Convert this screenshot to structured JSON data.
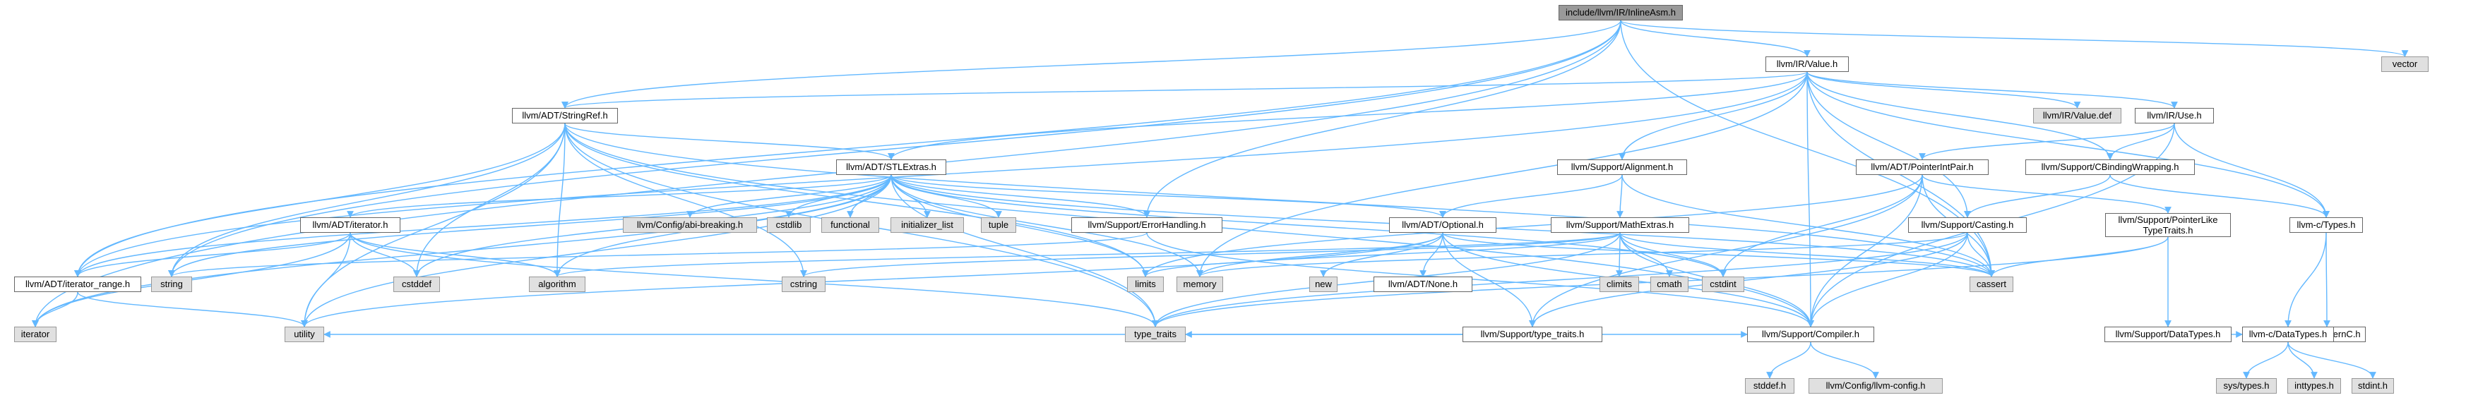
{
  "root": "include/llvm/IR/InlineAsm.h",
  "nodes": {
    "inlineasm": "include/llvm/IR/InlineAsm.h",
    "vector": "vector",
    "value": "llvm/IR/Value.h",
    "stringref": "llvm/ADT/StringRef.h",
    "valuedef": "llvm/IR/Value.def",
    "use": "llvm/IR/Use.h",
    "stlextras": "llvm/ADT/STLExtras.h",
    "alignment": "llvm/Support/Alignment.h",
    "pointerintpair": "llvm/ADT/PointerIntPair.h",
    "cbinding": "llvm/Support/CBindingWrapping.h",
    "iteratorh": "llvm/ADT/iterator.h",
    "abibreaking": "llvm/Config/abi-breaking.h",
    "cstdlib": "cstdlib",
    "functional": "functional",
    "initlist": "initializer_list",
    "tuple": "tuple",
    "errorhandling": "llvm/Support/ErrorHandling.h",
    "optional": "llvm/ADT/Optional.h",
    "mathextras": "llvm/Support/MathExtras.h",
    "casting": "llvm/Support/Casting.h",
    "pointerlike_l1": "llvm/Support/PointerLike",
    "pointerlike_l2": "TypeTraits.h",
    "ctypes": "llvm-c/Types.h",
    "iterrange": "llvm/ADT/iterator_range.h",
    "string": "string",
    "cstddef": "cstddef",
    "algorithm": "algorithm",
    "cstring": "cstring",
    "limits": "limits",
    "memory": "memory",
    "new": "new",
    "none": "llvm/ADT/None.h",
    "climits": "climits",
    "cmath": "cmath",
    "cstdint": "cstdint",
    "cassert": "cassert",
    "typetraitsllvm": "llvm/Support/type_traits.h",
    "datatypes": "llvm/Support/DataTypes.h",
    "externc": "llvm-c/ExternC.h",
    "iteratorstd": "iterator",
    "utility": "utility",
    "typetraits": "type_traits",
    "compiler": "llvm/Support/Compiler.h",
    "cdatatypes": "llvm-c/DataTypes.h",
    "stddef": "stddef.h",
    "llvmconfig": "llvm/Config/llvm-config.h",
    "systypes": "sys/types.h",
    "inttypes": "inttypes.h",
    "stdint": "stdint.h"
  },
  "edges": [
    [
      "inlineasm",
      "vector"
    ],
    [
      "inlineasm",
      "value"
    ],
    [
      "inlineasm",
      "stringref"
    ],
    [
      "inlineasm",
      "errorhandling"
    ],
    [
      "inlineasm",
      "cassert"
    ],
    [
      "inlineasm",
      "iteratorstd"
    ],
    [
      "inlineasm",
      "string"
    ],
    [
      "inlineasm",
      "iterrange"
    ],
    [
      "value",
      "stringref"
    ],
    [
      "value",
      "valuedef"
    ],
    [
      "value",
      "use"
    ],
    [
      "value",
      "stlextras"
    ],
    [
      "value",
      "alignment"
    ],
    [
      "value",
      "cbinding"
    ],
    [
      "value",
      "casting"
    ],
    [
      "value",
      "ctypes"
    ],
    [
      "value",
      "iterrange"
    ],
    [
      "value",
      "cassert"
    ],
    [
      "value",
      "memory"
    ],
    [
      "value",
      "compiler"
    ],
    [
      "stringref",
      "stlextras"
    ],
    [
      "stringref",
      "iterrange"
    ],
    [
      "stringref",
      "compiler"
    ],
    [
      "stringref",
      "algorithm"
    ],
    [
      "stringref",
      "cassert"
    ],
    [
      "stringref",
      "cstddef"
    ],
    [
      "stringref",
      "cstring"
    ],
    [
      "stringref",
      "limits"
    ],
    [
      "stringref",
      "string"
    ],
    [
      "stringref",
      "typetraits"
    ],
    [
      "stringref",
      "utility"
    ],
    [
      "use",
      "pointerintpair"
    ],
    [
      "use",
      "cbinding"
    ],
    [
      "use",
      "compiler"
    ],
    [
      "use",
      "ctypes"
    ],
    [
      "stlextras",
      "abibreaking"
    ],
    [
      "stlextras",
      "optional"
    ],
    [
      "stlextras",
      "iteratorh"
    ],
    [
      "stlextras",
      "iterrange"
    ],
    [
      "stlextras",
      "errorhandling"
    ],
    [
      "stlextras",
      "algorithm"
    ],
    [
      "stlextras",
      "cassert"
    ],
    [
      "stlextras",
      "cstddef"
    ],
    [
      "stlextras",
      "cstdint"
    ],
    [
      "stlextras",
      "cstdlib"
    ],
    [
      "stlextras",
      "functional"
    ],
    [
      "stlextras",
      "initlist"
    ],
    [
      "stlextras",
      "iteratorstd"
    ],
    [
      "stlextras",
      "limits"
    ],
    [
      "stlextras",
      "memory"
    ],
    [
      "stlextras",
      "tuple"
    ],
    [
      "stlextras",
      "typetraits"
    ],
    [
      "stlextras",
      "utility"
    ],
    [
      "stlextras",
      "string"
    ],
    [
      "alignment",
      "mathextras"
    ],
    [
      "alignment",
      "optional"
    ],
    [
      "alignment",
      "cassert"
    ],
    [
      "pointerintpair",
      "compiler"
    ],
    [
      "pointerintpair",
      "pointerlike"
    ],
    [
      "pointerintpair",
      "typetraitsllvm"
    ],
    [
      "pointerintpair",
      "cassert"
    ],
    [
      "pointerintpair",
      "cstdint"
    ],
    [
      "pointerintpair",
      "limits"
    ],
    [
      "cbinding",
      "ctypes"
    ],
    [
      "cbinding",
      "casting"
    ],
    [
      "iteratorh",
      "iterrange"
    ],
    [
      "iteratorh",
      "cstddef"
    ],
    [
      "iteratorh",
      "iteratorstd"
    ],
    [
      "iteratorh",
      "typetraits"
    ],
    [
      "iteratorh",
      "utility"
    ],
    [
      "iteratorh",
      "algorithm"
    ],
    [
      "errorhandling",
      "compiler"
    ],
    [
      "errorhandling",
      "string"
    ],
    [
      "optional",
      "none"
    ],
    [
      "optional",
      "compiler"
    ],
    [
      "optional",
      "typetraitsllvm"
    ],
    [
      "optional",
      "cassert"
    ],
    [
      "optional",
      "memory"
    ],
    [
      "optional",
      "new"
    ],
    [
      "optional",
      "utility"
    ],
    [
      "mathextras",
      "compiler"
    ],
    [
      "mathextras",
      "algorithm"
    ],
    [
      "mathextras",
      "cassert"
    ],
    [
      "mathextras",
      "climits"
    ],
    [
      "mathextras",
      "cmath"
    ],
    [
      "mathextras",
      "cstdint"
    ],
    [
      "mathextras",
      "cstring"
    ],
    [
      "mathextras",
      "limits"
    ],
    [
      "mathextras",
      "typetraits"
    ],
    [
      "casting",
      "typetraitsllvm"
    ],
    [
      "casting",
      "compiler"
    ],
    [
      "casting",
      "cassert"
    ],
    [
      "casting",
      "memory"
    ],
    [
      "casting",
      "typetraits"
    ],
    [
      "pointerlike",
      "datatypes"
    ],
    [
      "pointerlike",
      "cassert"
    ],
    [
      "pointerlike",
      "typetraits"
    ],
    [
      "ctypes",
      "cdatatypes"
    ],
    [
      "ctypes",
      "externc"
    ],
    [
      "iterrange",
      "utility"
    ],
    [
      "iterrange",
      "iteratorstd"
    ],
    [
      "typetraitsllvm",
      "typetraits"
    ],
    [
      "typetraitsllvm",
      "utility"
    ],
    [
      "typetraitsllvm",
      "compiler"
    ],
    [
      "datatypes",
      "cdatatypes"
    ],
    [
      "compiler",
      "stddef"
    ],
    [
      "compiler",
      "llvmconfig"
    ],
    [
      "cdatatypes",
      "systypes"
    ],
    [
      "cdatatypes",
      "inttypes"
    ],
    [
      "cdatatypes",
      "stdint"
    ]
  ]
}
